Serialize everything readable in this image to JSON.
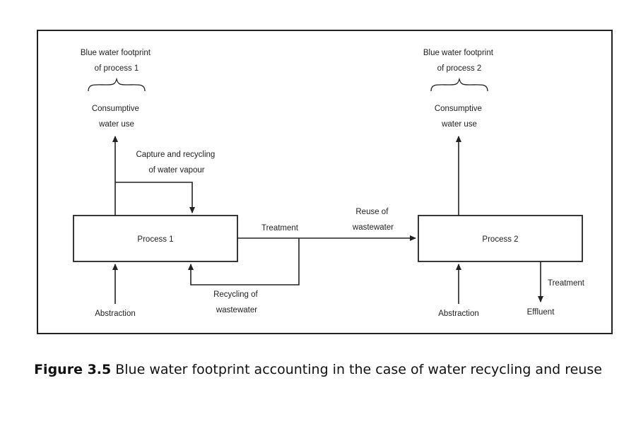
{
  "diagram": {
    "process1": "Process 1",
    "process2": "Process 2",
    "footprint1": [
      "Blue water footprint",
      "of process 1"
    ],
    "footprint2": [
      "Blue water footprint",
      "of process 2"
    ],
    "consumptive1": [
      "Consumptive",
      "water use"
    ],
    "consumptive2": [
      "Consumptive",
      "water use"
    ],
    "capture": [
      "Capture and recycling",
      "of water vapour"
    ],
    "treatment_mid": "Treatment",
    "reuse": [
      "Reuse of",
      "wastewater"
    ],
    "recycling": [
      "Recycling of",
      "wastewater"
    ],
    "abstraction1": "Abstraction",
    "abstraction2": "Abstraction",
    "treatment_right": "Treatment",
    "effluent": "Effluent"
  },
  "caption": {
    "number": "Figure 3.5",
    "text": "Blue water footprint accounting in the case of water recycling and reuse"
  }
}
